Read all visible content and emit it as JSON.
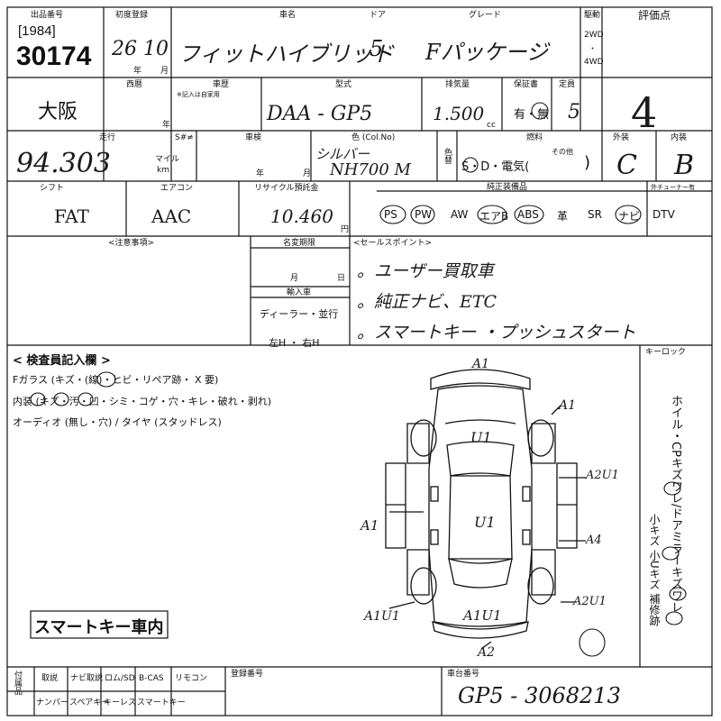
{
  "header": {
    "lot_label": "出品番号",
    "year_code": "[1984]",
    "lot_number": "30174",
    "first_reg_label": "初度登録",
    "first_reg_value": "26 10",
    "year_unit": "年",
    "month_unit": "月",
    "car_name_label": "車名",
    "car_name": "フィットハイブリッド",
    "door_label": "ドア",
    "doors": "5",
    "grade_label": "グレード",
    "grade": "Fパッケージ",
    "drive_label": "駆動",
    "drive_2wd": "2WD",
    "drive_sep": "・",
    "drive_4wd": "4WD",
    "score_label": "評価点",
    "score": "4"
  },
  "row2": {
    "location": "大阪",
    "import_label": "西暦",
    "year_small": "年",
    "shaken_label": "車歴",
    "shaken_note": "※記入は自家用",
    "model_label": "型式",
    "model": "DAA - GP5",
    "displacement_label": "排気量",
    "displacement": "1.500",
    "cc": "cc",
    "warranty_label": "保証書",
    "warranty": "有・無",
    "capacity_label": "定員",
    "capacity": "5"
  },
  "row3": {
    "mileage_label": "走行",
    "mileage": "94.303",
    "mile": "マイル",
    "km": "km",
    "s_label": "S#≠",
    "inspection_label": "車検",
    "year_unit": "年",
    "month_unit": "月",
    "color_label": "色 (Col.No)",
    "color_name": "シルバー",
    "color_code": "NH700 M",
    "color_change": "色替",
    "fuel_label": "燃料",
    "fuel": "S・D・電気(",
    "fuel_close": ")",
    "fuel_other": "その他",
    "exterior_label": "外装",
    "exterior": "C",
    "interior_label": "内装",
    "interior": "B"
  },
  "row4": {
    "shift_label": "シフト",
    "shift": "FAT",
    "ac_label": "エアコン",
    "ac": "AAC",
    "recycle_label": "リサイクル預託金",
    "recycle": "10.460",
    "yen": "円",
    "equip_label": "純正装備品",
    "equip": [
      "PS",
      "PW",
      "AW",
      "エアB",
      "ABS",
      "革",
      "SR",
      "ナビ",
      "DTV"
    ],
    "tuner_label": "外チューナー有"
  },
  "row5": {
    "notes_label": "<注意事項>",
    "expiry_label": "名変期限",
    "expiry_month": "月",
    "expiry_day": "日",
    "import_type_label": "輸入車",
    "import_type": "ディーラー・並行",
    "steering": "左H ・ 右H",
    "sales_label": "<セールスポイント>",
    "sales_points": [
      "。ユーザー買取車",
      "。純正ナビ、ETC",
      "。スマートキー ・プッシュスタート"
    ]
  },
  "inspector": {
    "title": "< 検査員記入欄 >",
    "line1": "Fガラス (キズ・(線)・ヒビ・リペア跡・ X 要)",
    "line2": "内装 (キズ・汚・凹・シミ・コゲ・穴・キレ・破れ・剥れ)",
    "line3": "オーディオ (無し・穴) / タイヤ (スタッドレス)",
    "stamp": "スマートキー車内",
    "keylock_label": "キーロック",
    "wheel_note": "ホイル・CPキズワレ/ドアミラーキズワレ",
    "small_flaw": "小キズ 小Uキズ 補修跡"
  },
  "diagram": {
    "marks": [
      "A1",
      "A1",
      "U1",
      "U1",
      "A2U1",
      "A1",
      "A4",
      "A1U1",
      "A1U1",
      "A2U1",
      "A2"
    ]
  },
  "footer": {
    "labels_top": [
      "取説",
      "ナビ取説",
      "ロム/SD",
      "B-CAS",
      "リモコン"
    ],
    "labels_bottom": [
      "ナンバー",
      "スペアキー",
      "キーレス",
      "スマートキー"
    ],
    "side_label": "付属品",
    "reg_label": "登録番号",
    "chassis_label": "車台番号",
    "chassis": "GP5 - 3068213"
  }
}
